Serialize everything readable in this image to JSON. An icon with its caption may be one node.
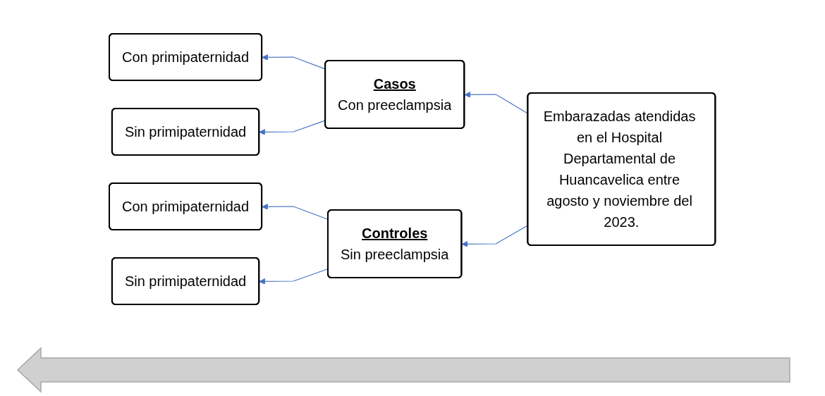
{
  "diagram": {
    "nodes": [
      {
        "text": [
          "Embarazadas atendidas en el Hospital Departamental de Huancavelica entre agosto y noviembre del 2023."
        ]
      },
      {
        "text": [
          "Casos",
          "Con preeclampsia"
        ]
      },
      {
        "text": [
          "Controles",
          "Sin preeclampsia"
        ]
      },
      {
        "text": [
          "Con primipaternidad"
        ]
      },
      {
        "text": [
          "Sin primipaternidad"
        ]
      },
      {
        "text": [
          "Con primipaternidad"
        ]
      },
      {
        "text": [
          "Sin primipaternidad"
        ]
      }
    ],
    "edges": [
      {
        "from": 0,
        "to": 1,
        "arrow": "to"
      },
      {
        "from": 0,
        "to": 2,
        "arrow": "to"
      },
      {
        "from": 1,
        "to": 3,
        "arrow": "to"
      },
      {
        "from": 1,
        "to": 4,
        "arrow": "to"
      },
      {
        "from": 2,
        "to": 5,
        "arrow": "to"
      },
      {
        "from": 2,
        "to": 6,
        "arrow": "to"
      }
    ]
  }
}
